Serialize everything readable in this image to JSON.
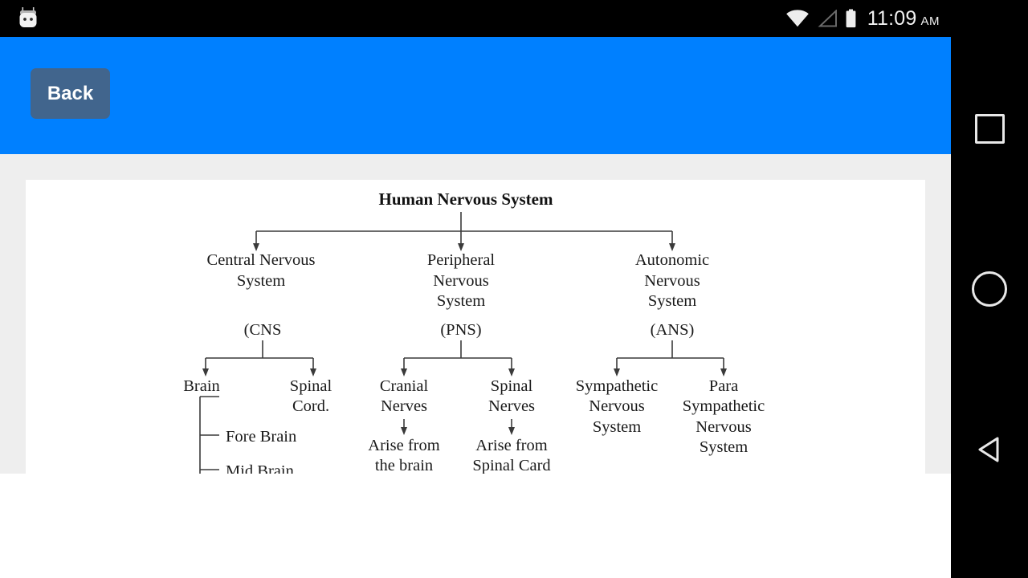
{
  "statusbar": {
    "android_icon": "android-head-icon",
    "wifi_icon": "wifi-icon",
    "signal_icon": "signal-empty-icon",
    "battery_icon": "battery-icon",
    "time": "11:09",
    "ampm": "AM"
  },
  "appbar": {
    "back_label": "Back",
    "background_color": "#0080ff",
    "button_color": "#41658d"
  },
  "navbar": {
    "recents_icon": "square-recents-icon",
    "home_icon": "circle-home-icon",
    "back_icon": "triangle-back-icon"
  },
  "chart_data": {
    "type": "diagram",
    "title": "Human Nervous System",
    "nodes": [
      {
        "id": "root",
        "label": "Human Nervous System",
        "lines": [
          "Human Nervous System"
        ]
      },
      {
        "id": "cns",
        "label": "Central Nervous System",
        "lines": [
          "Central Nervous",
          "System"
        ]
      },
      {
        "id": "pns",
        "label": "Peripheral Nervous System",
        "lines": [
          "Peripheral",
          "Nervous",
          "System"
        ]
      },
      {
        "id": "ans",
        "label": "Autonomic Nervous System",
        "lines": [
          "Autonomic",
          "Nervous",
          "System"
        ]
      },
      {
        "id": "cns_abbr",
        "label": "(CNS",
        "lines": [
          "(CNS"
        ]
      },
      {
        "id": "pns_abbr",
        "label": "(PNS)",
        "lines": [
          "(PNS)"
        ]
      },
      {
        "id": "ans_abbr",
        "label": "(ANS)",
        "lines": [
          "(ANS)"
        ]
      },
      {
        "id": "brain",
        "label": "Brain",
        "lines": [
          "Brain"
        ]
      },
      {
        "id": "cord",
        "label": "Spinal Cord.",
        "lines": [
          "Spinal",
          "Cord."
        ]
      },
      {
        "id": "cranial",
        "label": "Cranial Nerves",
        "lines": [
          "Cranial",
          "Nerves"
        ]
      },
      {
        "id": "spinaln",
        "label": "Spinal Nerves",
        "lines": [
          "Spinal",
          "Nerves"
        ]
      },
      {
        "id": "sympa",
        "label": "Sympathetic Nervous System",
        "lines": [
          "Sympathetic",
          "Nervous",
          "System"
        ]
      },
      {
        "id": "parasym",
        "label": "Para Sympathetic Nervous System",
        "lines": [
          "Para",
          "Sympathetic",
          "Nervous",
          "System"
        ]
      },
      {
        "id": "arise_brain",
        "label": "Arise from the brain",
        "lines": [
          "Arise from",
          "the brain"
        ]
      },
      {
        "id": "arise_cord",
        "label": "Arise from Spinal Card",
        "lines": [
          "Arise from",
          "Spinal Card"
        ]
      },
      {
        "id": "fore_brain",
        "label": "Fore Brain",
        "lines": [
          "Fore Brain"
        ]
      },
      {
        "id": "mid_brain",
        "label": "Mid Brain",
        "lines": [
          "Mid Brain"
        ]
      }
    ],
    "edges": [
      {
        "from": "root",
        "to": "cns"
      },
      {
        "from": "root",
        "to": "pns"
      },
      {
        "from": "root",
        "to": "ans"
      },
      {
        "from": "cns_abbr",
        "to": "brain"
      },
      {
        "from": "cns_abbr",
        "to": "cord"
      },
      {
        "from": "pns_abbr",
        "to": "cranial"
      },
      {
        "from": "pns_abbr",
        "to": "spinaln"
      },
      {
        "from": "ans_abbr",
        "to": "sympa"
      },
      {
        "from": "ans_abbr",
        "to": "parasym"
      },
      {
        "from": "cranial",
        "to": "arise_brain"
      },
      {
        "from": "spinaln",
        "to": "arise_cord"
      },
      {
        "from": "brain",
        "to": "fore_brain"
      },
      {
        "from": "brain",
        "to": "mid_brain"
      }
    ],
    "text": {
      "t_root": "Human Nervous System",
      "t_cns_1": "Central Nervous",
      "t_cns_2": "System",
      "t_pns_1": "Peripheral",
      "t_pns_2": "Nervous",
      "t_pns_3": "System",
      "t_ans_1": "Autonomic",
      "t_ans_2": "Nervous",
      "t_ans_3": "System",
      "t_cns_abbr": "(CNS",
      "t_pns_abbr": "(PNS)",
      "t_ans_abbr": "(ANS)",
      "t_brain": "Brain",
      "t_cord_1": "Spinal",
      "t_cord_2": "Cord.",
      "t_cranial_1": "Cranial",
      "t_cranial_2": "Nerves",
      "t_spinaln_1": "Spinal",
      "t_spinaln_2": "Nerves",
      "t_sympa_1": "Sympathetic",
      "t_sympa_2": "Nervous",
      "t_sympa_3": "System",
      "t_para_1": "Para",
      "t_para_2": "Sympathetic",
      "t_para_3": "Nervous",
      "t_para_4": "System",
      "t_arise_brain_1": "Arise from",
      "t_arise_brain_2": "the brain",
      "t_arise_cord_1": "Arise from",
      "t_arise_cord_2": "Spinal Card",
      "t_fore_brain": "Fore Brain",
      "t_mid_brain": "Mid Brain"
    }
  }
}
